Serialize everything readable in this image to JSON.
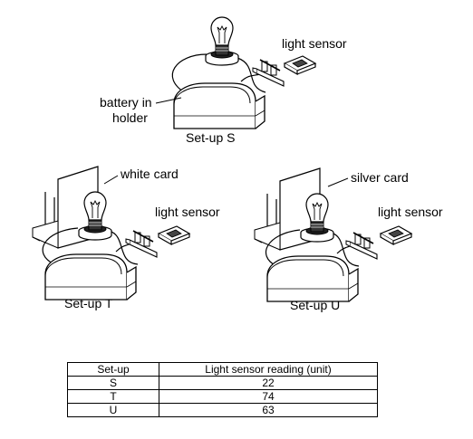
{
  "setups": {
    "s": {
      "caption": "Set-up S",
      "battery_label_line1": "battery in",
      "battery_label_line2": "holder",
      "sensor_label": "light sensor"
    },
    "t": {
      "caption": "Set-up T",
      "card_label": "white card",
      "sensor_label": "light sensor"
    },
    "u": {
      "caption": "Set-up U",
      "card_label": "silver card",
      "sensor_label": "light sensor"
    }
  },
  "table": {
    "headers": [
      "Set-up",
      "Light sensor reading (unit)"
    ],
    "rows": [
      {
        "setup": "S",
        "reading": "22"
      },
      {
        "setup": "T",
        "reading": "74"
      },
      {
        "setup": "U",
        "reading": "63"
      }
    ]
  }
}
